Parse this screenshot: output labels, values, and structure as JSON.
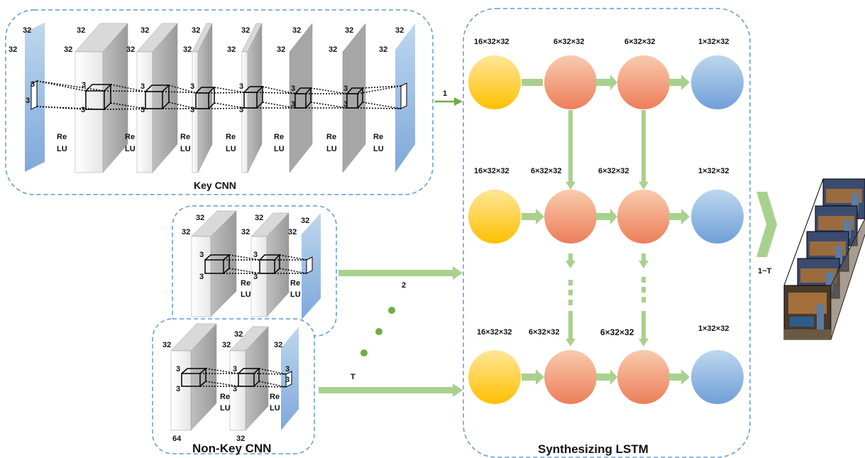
{
  "colors": {
    "dashed_border": "#5b9bd5",
    "slab_blue_light": "#bdd7ee",
    "slab_blue_dark": "#8eb4e0",
    "slab_front_light": "#f2f2f2",
    "slab_side_gray": "#a6a6a6",
    "slab_side_mid": "#8c8c8c",
    "arrow_green": "#9dc77e",
    "arrow_green_dark": "#70ad47",
    "node_yellow": "#ffd966",
    "node_salmon": "#f4a582",
    "node_blue": "#9dc3e6",
    "dot_green": "#70ad47"
  },
  "key_cnn": {
    "title": "Key CNN",
    "dims": {
      "d32": "32",
      "d3": "3"
    },
    "relu_top": "Re",
    "relu_bottom": "LU"
  },
  "nonkey_cnn_1": {
    "dims": {
      "d32": "32",
      "d3": "3"
    },
    "relu_top": "Re",
    "relu_bottom": "LU"
  },
  "nonkey_cnn_2": {
    "title": "Non-Key CNN",
    "dims": {
      "d32": "32",
      "d64": "64",
      "d3": "3"
    },
    "relu_top": "Re",
    "relu_bottom": "LU"
  },
  "connections": {
    "label_1": "1",
    "label_2": "2",
    "label_T": "T"
  },
  "lstm": {
    "title": "Synthesizing LSTM",
    "rows": [
      {
        "input_label": "16×32×32",
        "h1_label": "6×32×32",
        "h2_label": "6×32×32",
        "out_label": "1×32×32"
      },
      {
        "input_label": "16×32×32",
        "h1_label": "6×32×32",
        "h2_label": "6×32×32",
        "out_label": "1×32×32"
      },
      {
        "input_label": "16×32×32",
        "h1_label": "6×32×32",
        "h2_label": "6×32×32",
        "out_label": "1×32×32"
      }
    ]
  },
  "output": {
    "label": "1~T",
    "frames_icon": "video-frames-icon"
  }
}
